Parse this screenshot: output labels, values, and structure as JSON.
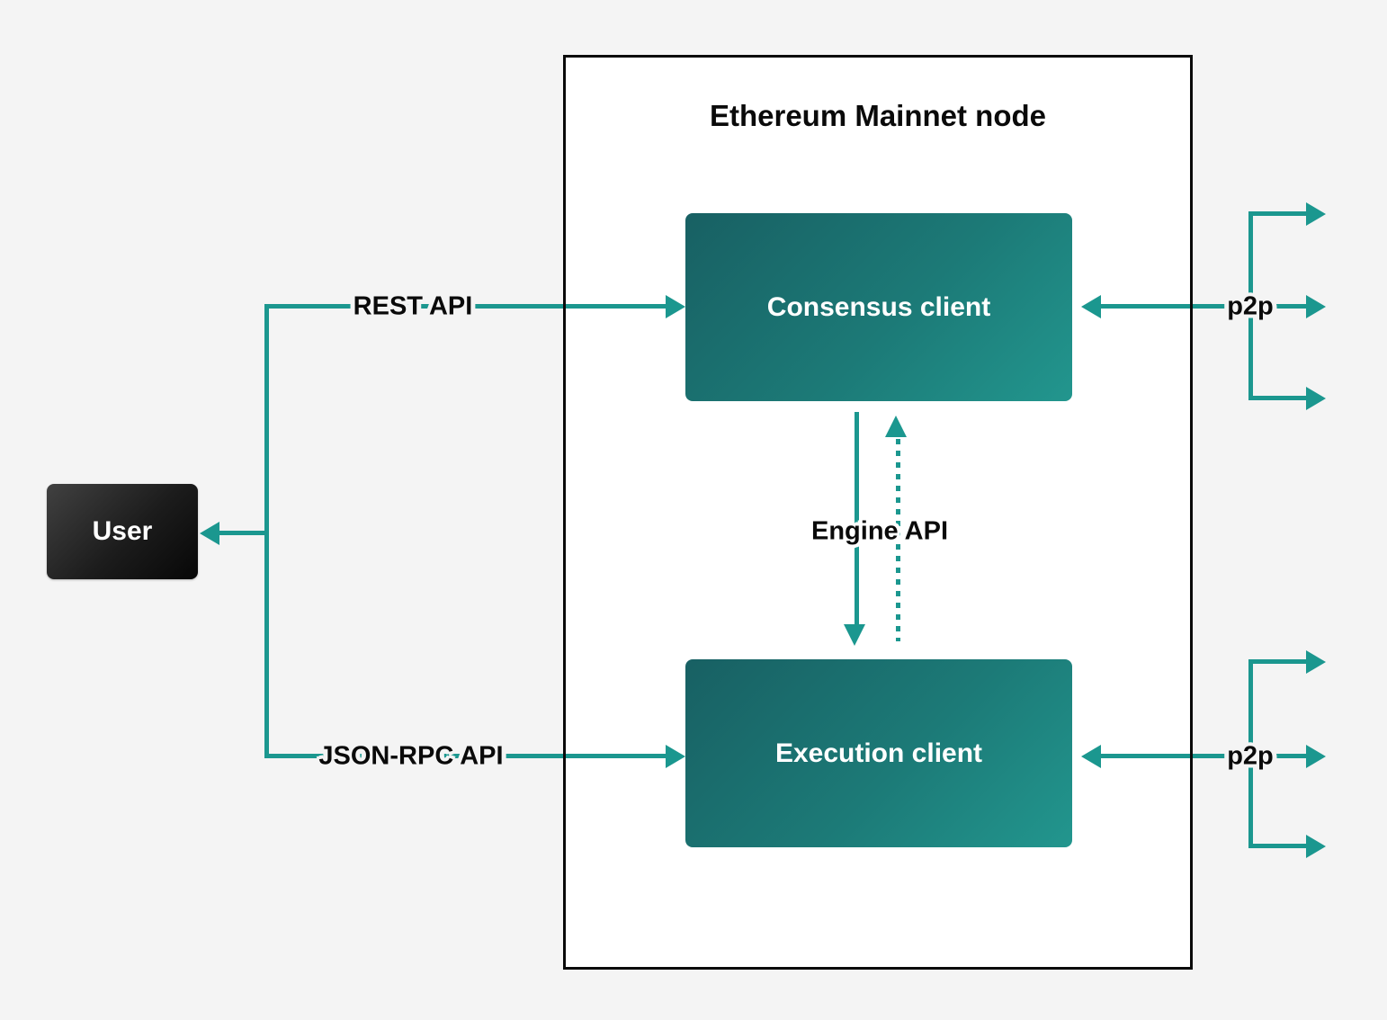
{
  "title": "Ethereum Mainnet node",
  "nodes": {
    "user": {
      "label": "User"
    },
    "consensus_client": {
      "label": "Consensus client"
    },
    "execution_client": {
      "label": "Execution client"
    }
  },
  "edges": {
    "rest_api": {
      "label": "REST API",
      "from": "User",
      "to": "Consensus client",
      "direction": "right"
    },
    "json_rpc_api": {
      "label": "JSON-RPC API",
      "from": "User",
      "to": "Execution client",
      "direction": "right"
    },
    "user_return": {
      "from": "API branch",
      "to": "User",
      "direction": "left"
    },
    "engine_api": {
      "label": "Engine API",
      "between": "Consensus client and Execution client",
      "style": "solid-down and dotted-up"
    },
    "p2p_top": {
      "label": "p2p",
      "to": "Consensus client",
      "fanout_arrows": 3
    },
    "p2p_bottom": {
      "label": "p2p",
      "to": "Execution client",
      "fanout_arrows": 3
    }
  },
  "colors": {
    "background": "#f4f4f4",
    "accent_teal": "#1b978f",
    "client_gradient_start": "#186063",
    "client_gradient_end": "#22968e",
    "user_gradient_start": "#414141",
    "user_gradient_end": "#070707",
    "node_background": "#ffffff",
    "node_border": "#0a0a0a",
    "label_text": "#0a0a0a",
    "client_label_text": "#ffffff"
  }
}
